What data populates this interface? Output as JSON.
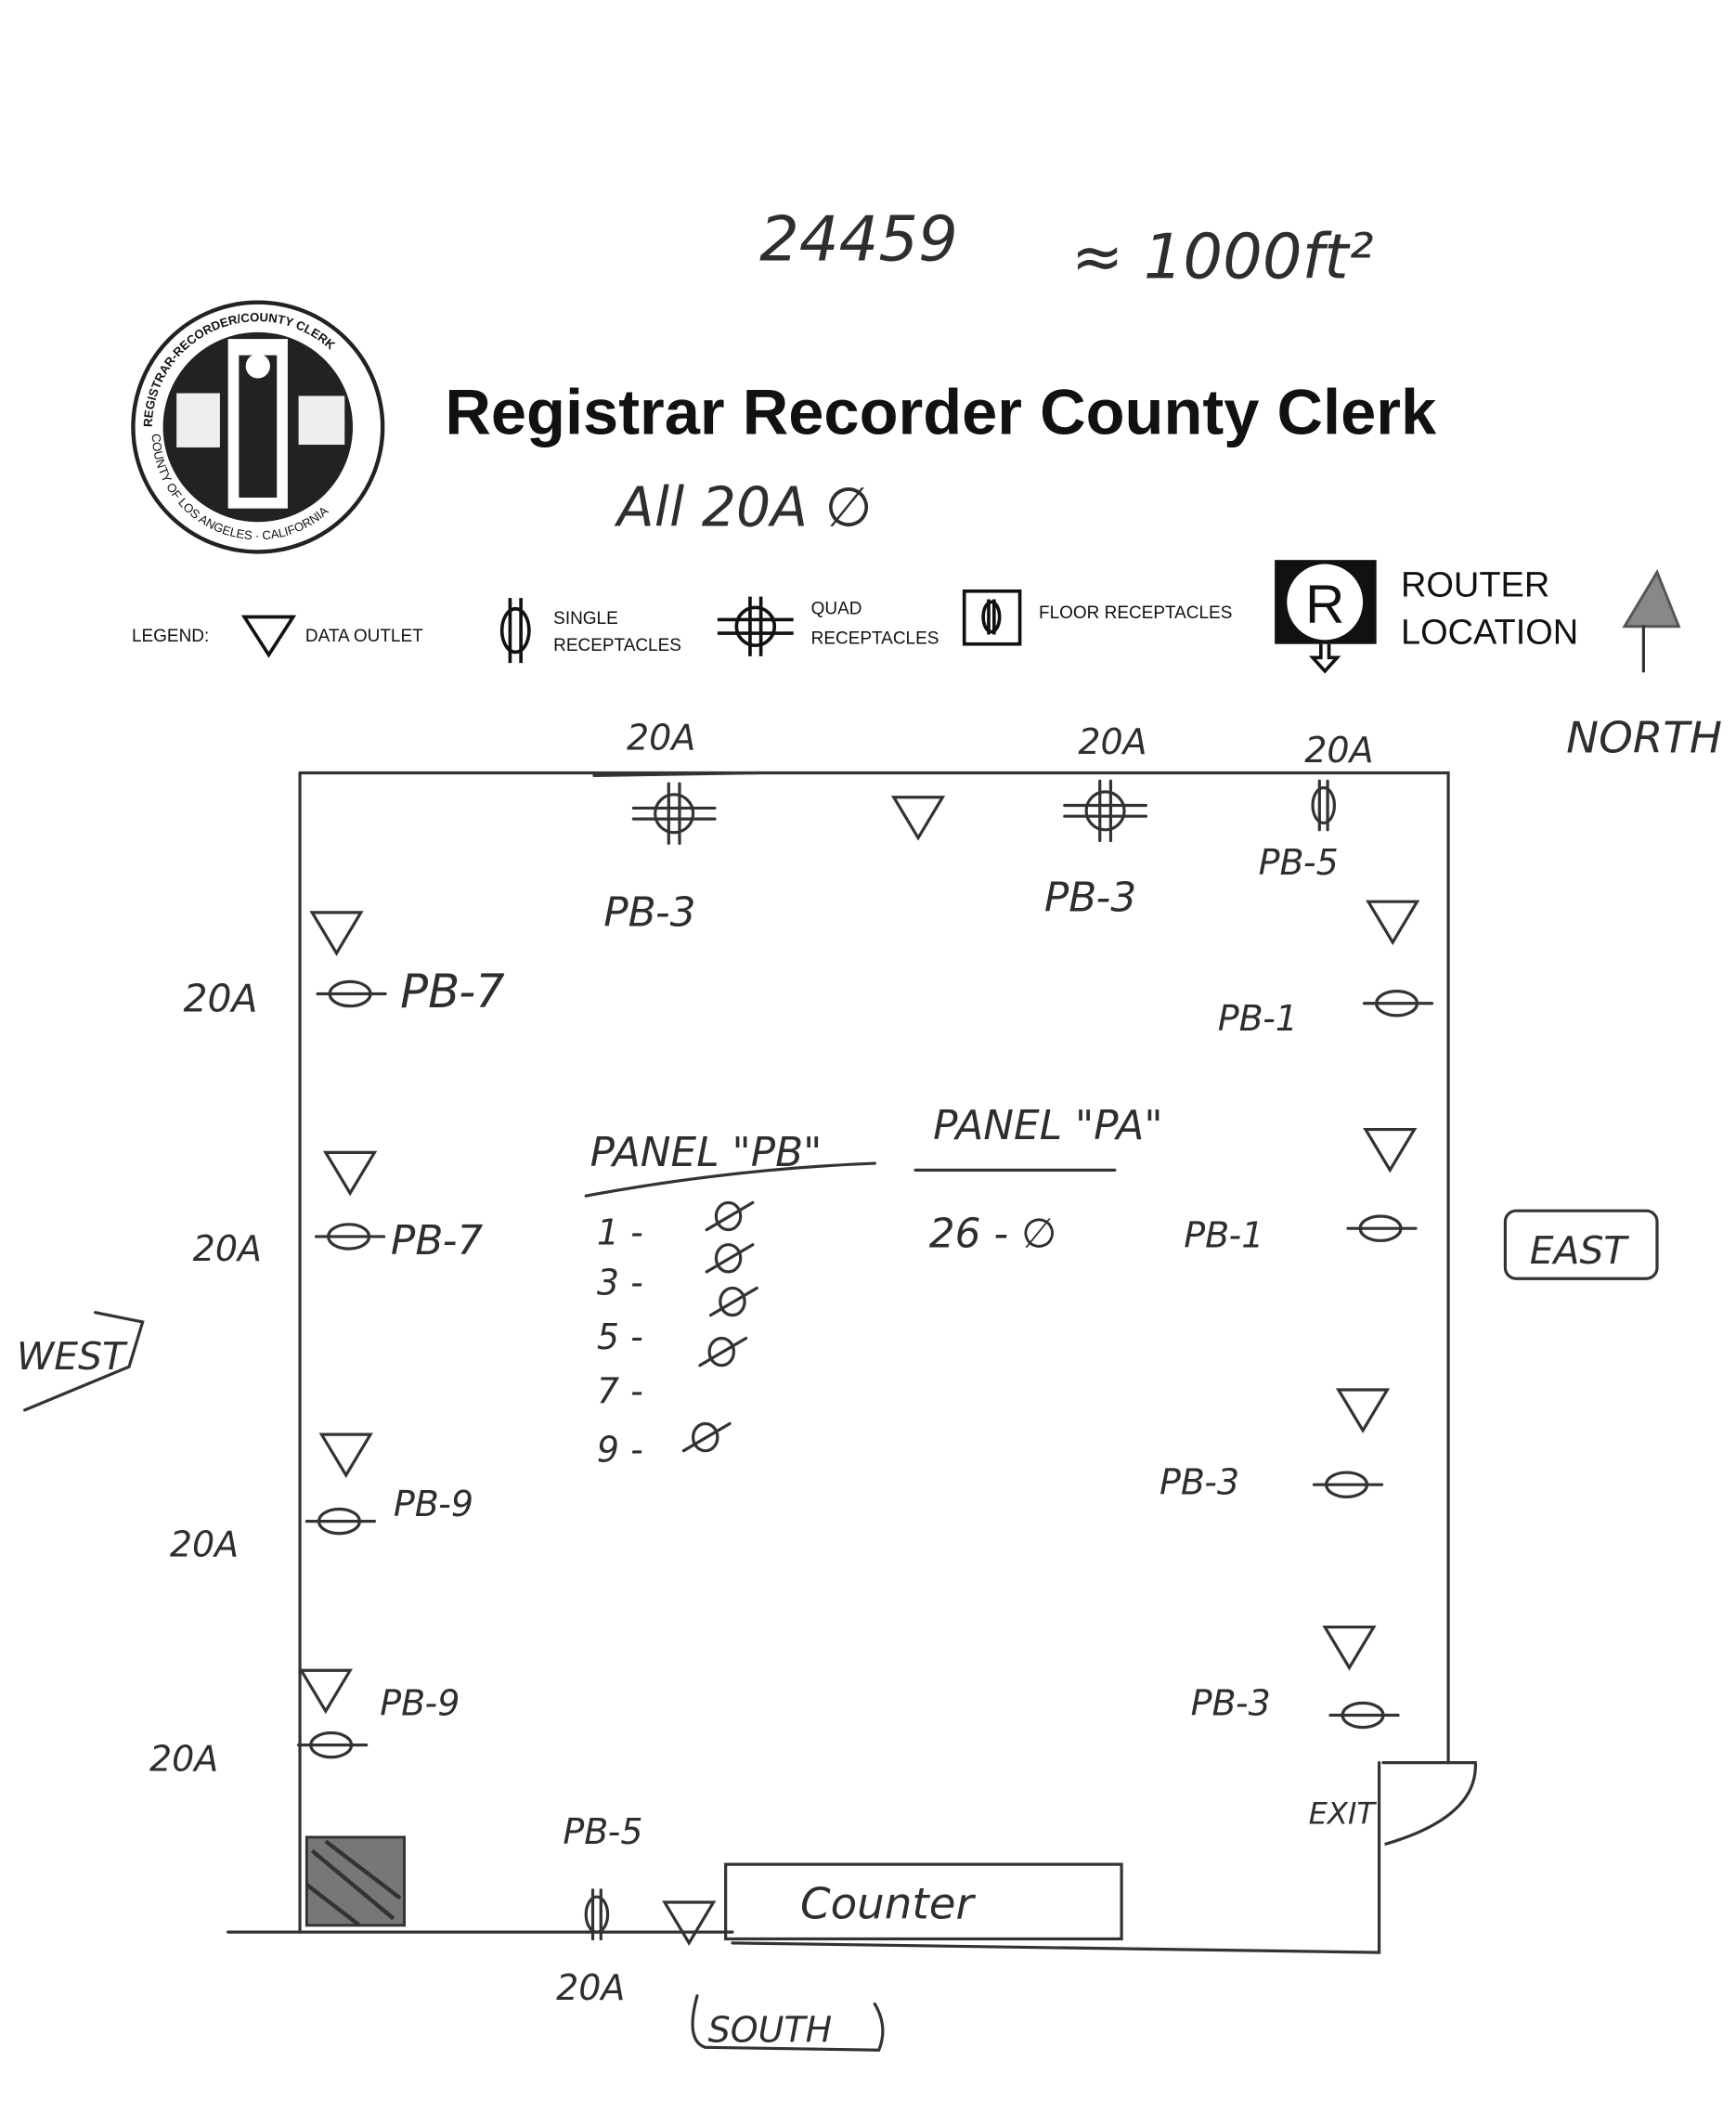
{
  "annotations": {
    "number": "24459",
    "area": "≈ 1000ft²",
    "all_circuits": "All 20A ∅"
  },
  "title": "Registrar Recorder County Clerk",
  "seal": {
    "text_top": "REGISTRAR-RECORDER/COUNTY CLERK",
    "text_bottom": "COUNTY OF LOS ANGELES · CALIFORNIA"
  },
  "legend": {
    "label": "LEGEND:",
    "data_outlet": "DATA OUTLET",
    "single_line1": "SINGLE",
    "single_line2": "RECEPTACLES",
    "quad_line1": "QUAD",
    "quad_line2": "RECEPTACLES",
    "floor": "FLOOR RECEPTACLES",
    "router_glyph": "R",
    "router_line1": "ROUTER",
    "router_line2": "LOCATION",
    "north": "NORTH"
  },
  "directions": {
    "west": "WEST",
    "east": "EAST",
    "south": "SOUTH",
    "exit": "EXIT"
  },
  "counter": "Counter",
  "top_wall": [
    {
      "amps": "20A",
      "circuit": "PB-3"
    },
    {
      "amps": "20A",
      "circuit": "PB-3"
    },
    {
      "amps": "20A",
      "circuit": "PB-5"
    }
  ],
  "right_wall": [
    {
      "circuit": "PB-1"
    },
    {
      "circuit": "PB-1"
    },
    {
      "circuit": "PB-3"
    },
    {
      "circuit": "PB-3"
    }
  ],
  "left_wall": [
    {
      "amps": "20A",
      "circuit": "PB-7"
    },
    {
      "amps": "20A",
      "circuit": "PB-7"
    },
    {
      "amps": "20A",
      "circuit": "PB-9"
    },
    {
      "amps": "20A",
      "circuit": "PB-9"
    }
  ],
  "bottom_wall": {
    "amps": "20A",
    "circuit": "PB-5"
  },
  "panel_pb": {
    "title": "PANEL \"PB\"",
    "rows": [
      "1 -",
      "3 -",
      "5 -",
      "7 -",
      "9 -"
    ]
  },
  "panel_pa": {
    "title": "PANEL \"PA\"",
    "rows": [
      "26 - ∅"
    ]
  }
}
